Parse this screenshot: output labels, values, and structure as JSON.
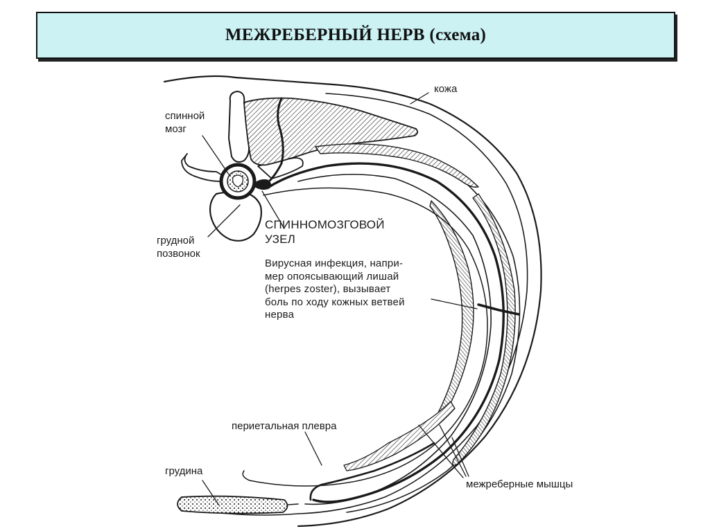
{
  "title": "МЕЖРЕБЕРНЫЙ НЕРВ (схема)",
  "labels": {
    "kozha": "кожа",
    "spinal_cord": "спинной\nмозг",
    "thoracic_vertebra": "грудной\nпозвонок",
    "spinal_ganglion": "СПИННОМОЗГОВОЙ\nУЗЕЛ",
    "note": "Вирусная инфекция, напри-\nмер опоясывающий лишай\n(herpes zoster), вызывает\nболь по ходу кожных ветвей\nнерва",
    "parietal_pleura": "периетальная плевра",
    "sternum": "грудина",
    "intercostal_muscles": "межреберные мышцы"
  },
  "colors": {
    "title_bg": "#ccf2f4",
    "ink": "#1a1a1a"
  }
}
